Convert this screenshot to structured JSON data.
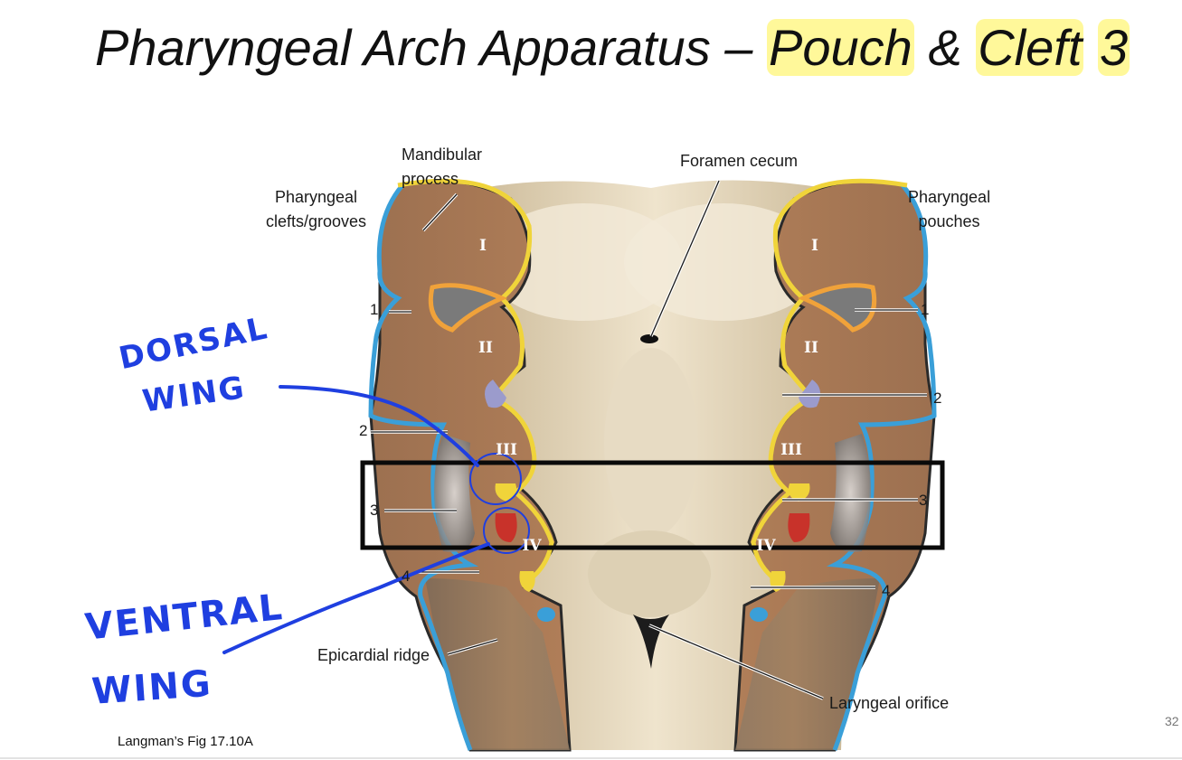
{
  "title": {
    "part1": "Pharyngeal Arch Apparatus – ",
    "part2": "Pouch",
    "part3": " & ",
    "part4": "Cleft",
    "part5": " ",
    "part6": "3"
  },
  "labels": {
    "mandibular_process": "Mandibular\nprocess",
    "foramen_cecum": "Foramen cecum",
    "pharyngeal_clefts": "Pharyngeal\nclefts/grooves",
    "pharyngeal_pouches": "Pharyngeal\npouches",
    "epicardial_ridge": "Epicardial ridge",
    "laryngeal_orifice": "Laryngeal orifice"
  },
  "arch_numerals": [
    "I",
    "II",
    "III",
    "IV"
  ],
  "cleft_numbers": [
    "1",
    "2",
    "3",
    "4"
  ],
  "pouch_numbers": [
    "1",
    "2",
    "3",
    "4"
  ],
  "handwriting": {
    "dorsal": "DORSAL",
    "dorsal_wing": "WING",
    "ventral": "VENTRAL",
    "ventral_wing": "WING"
  },
  "credit": "Langman’s Fig 17.10A",
  "page_number": "32",
  "colors": {
    "arch_tissue": "#a87752",
    "floor": "#e6d8bf",
    "cleft_outline": "#3a9fd8",
    "pouch_outline": "#f0d43a",
    "pouch_3_ventral": "#c8322a",
    "pouch_2": "#9b9bcc",
    "annotation_ink": "#1f3fe0",
    "title_highlight": "#fff678"
  }
}
